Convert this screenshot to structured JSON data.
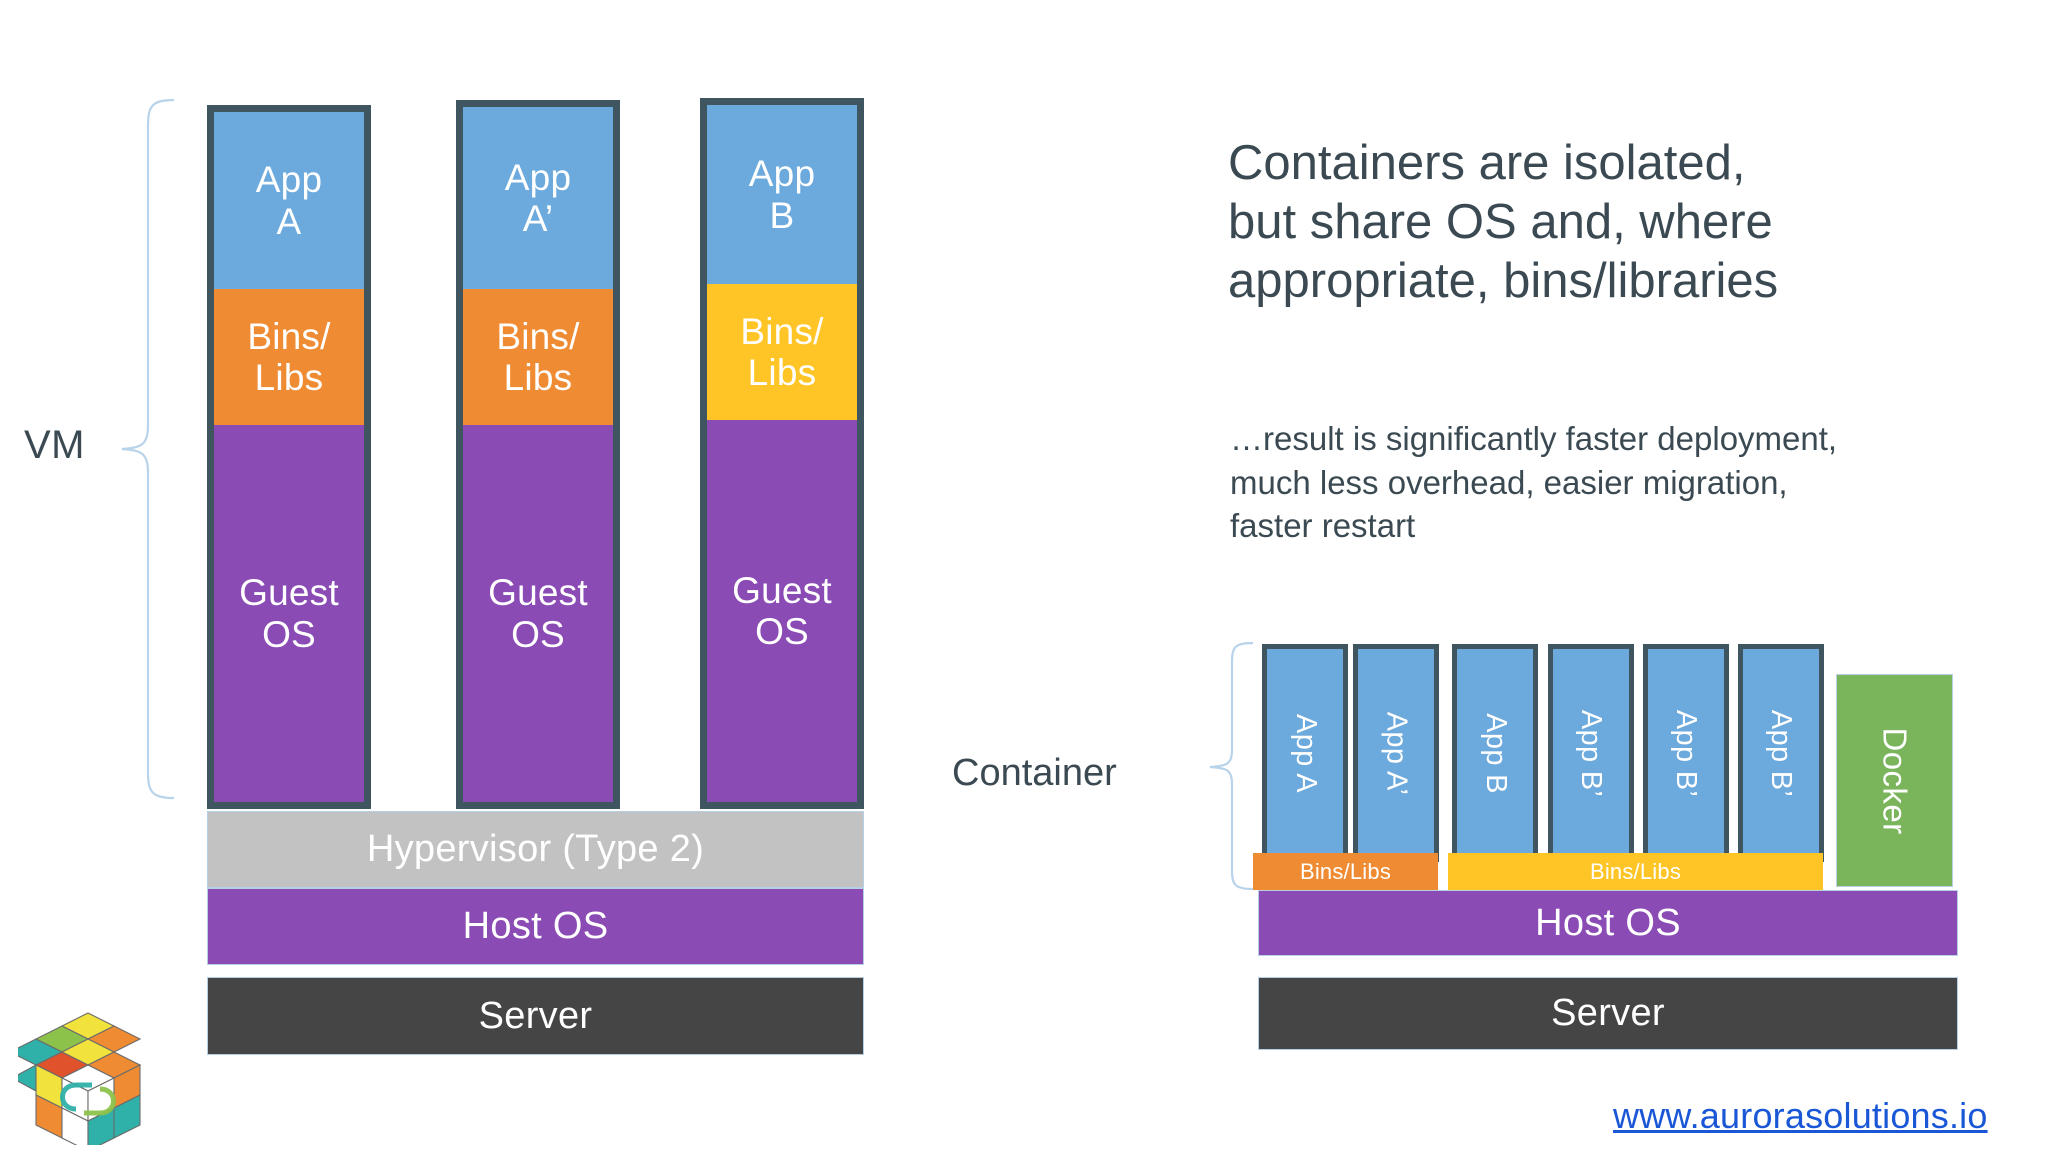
{
  "slide": {
    "headline_lines": [
      "Containers are isolated,",
      "but share OS and, where",
      "appropriate, bins/libraries"
    ],
    "subtext_lines": [
      "…result is significantly faster deployment,",
      "much less overhead, easier migration,",
      "faster restart"
    ]
  },
  "vm_diagram": {
    "bracket_label": "VM",
    "columns": [
      {
        "app": "App\nA",
        "app_line1": "App",
        "app_line2": "A",
        "bins": "Bins/\nLibs",
        "bins_line1": "Bins/",
        "bins_line2": "Libs",
        "bins_color": "#ef8b33",
        "guest_line1": "Guest",
        "guest_line2": "OS"
      },
      {
        "app": "App\nA’",
        "app_line1": "App",
        "app_line2": "A’",
        "bins": "Bins/\nLibs",
        "bins_line1": "Bins/",
        "bins_line2": "Libs",
        "bins_color": "#ef8b33",
        "guest_line1": "Guest",
        "guest_line2": "OS"
      },
      {
        "app": "App\nB",
        "app_line1": "App",
        "app_line2": "B",
        "bins": "Bins/\nLibs",
        "bins_line1": "Bins/",
        "bins_line2": "Libs",
        "bins_color": "#ffc425",
        "guest_line1": "Guest",
        "guest_line2": "OS"
      }
    ],
    "hypervisor_label": "Hypervisor (Type 2)",
    "host_os_label": "Host OS",
    "server_label": "Server"
  },
  "container_diagram": {
    "bracket_label": "Container",
    "apps": [
      {
        "label": "App A"
      },
      {
        "label": "App A’"
      },
      {
        "label": "App B"
      },
      {
        "label": "App B’"
      },
      {
        "label": "App B’"
      },
      {
        "label": "App B’"
      }
    ],
    "docker_label": "Docker",
    "bins_left_label": "Bins/Libs",
    "bins_right_label": "Bins/Libs",
    "host_os_label": "Host OS",
    "server_label": "Server"
  },
  "footer": {
    "url": "www.aurorasolutions.io"
  },
  "colors": {
    "app_blue": "#6ca9dc",
    "bins_orange": "#ef8b33",
    "bins_gold": "#ffc425",
    "guest_purple": "#8a4bb5",
    "server_dark": "#464545",
    "hypervisor_gray": "#c3c2c2",
    "docker_green": "#7ab55c",
    "frame_slate": "#3f5660",
    "text_slate": "#3b4a52",
    "link_blue": "#1a57d6",
    "brace_blue": "#b9d3ea"
  }
}
